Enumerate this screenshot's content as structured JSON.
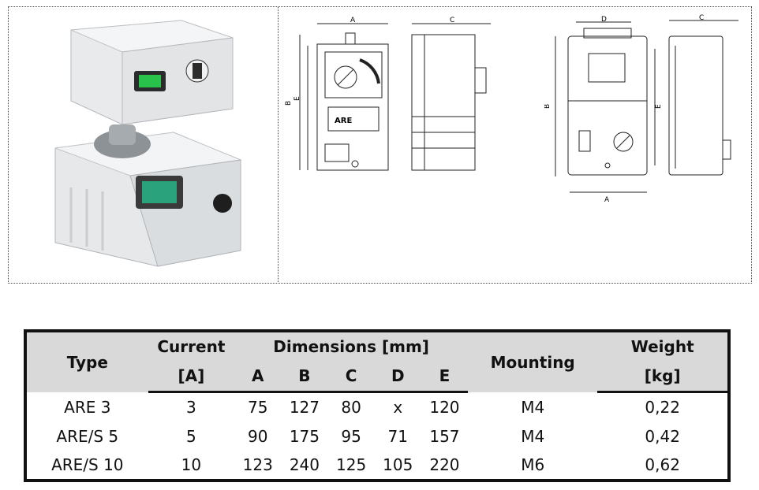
{
  "drawing_labels": {
    "a": "A",
    "b": "B",
    "c": "C",
    "d": "D",
    "e": "E",
    "device_label": "ARE"
  },
  "table": {
    "headers": {
      "type": "Type",
      "current_line1": "Current",
      "current_line2": "[A]",
      "dimensions": "Dimensions [mm]",
      "dim_cols": [
        "A",
        "B",
        "C",
        "D",
        "E"
      ],
      "mounting": "Mounting",
      "weight_line1": "Weight",
      "weight_line2": "[kg]"
    },
    "rows": [
      {
        "type": "ARE 3",
        "current": "3",
        "a": "75",
        "b": "127",
        "c": "80",
        "d": "x",
        "e": "120",
        "mounting": "M4",
        "weight": "0,22"
      },
      {
        "type": "ARE/S 5",
        "current": "5",
        "a": "90",
        "b": "175",
        "c": "95",
        "d": "71",
        "e": "157",
        "mounting": "M4",
        "weight": "0,42"
      },
      {
        "type": "ARE/S 10",
        "current": "10",
        "a": "123",
        "b": "240",
        "c": "125",
        "d": "105",
        "e": "220",
        "mounting": "M6",
        "weight": "0,62"
      }
    ]
  }
}
